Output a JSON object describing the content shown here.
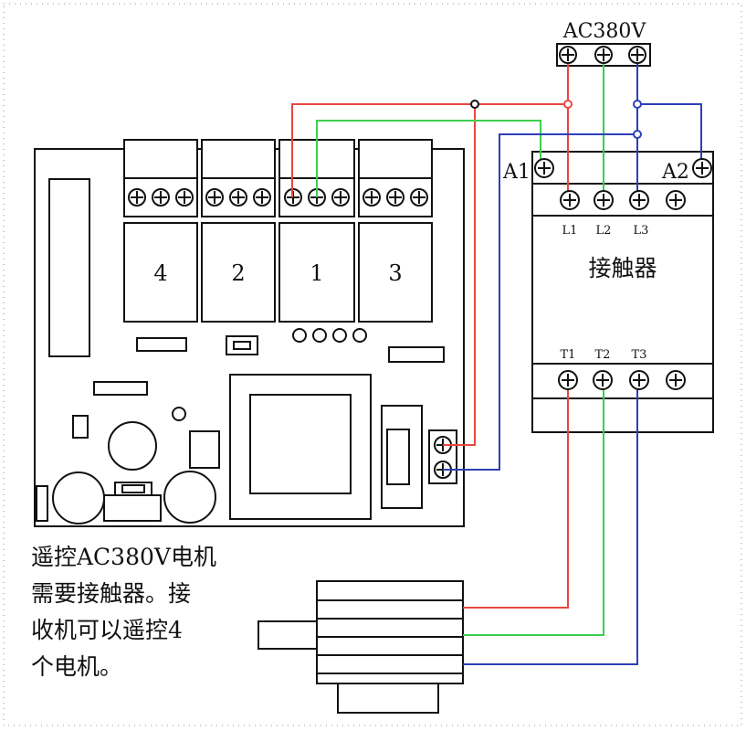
{
  "power": {
    "label": "AC380V"
  },
  "relays": [
    "4",
    "2",
    "1",
    "3"
  ],
  "contactor": {
    "name": "接触器",
    "coil_left": "A1",
    "coil_right": "A2",
    "inputs": [
      "L1",
      "L2",
      "L3"
    ],
    "outputs": [
      "T1",
      "T2",
      "T3"
    ]
  },
  "note": [
    "遥控AC380V电机",
    "需要接触器。接",
    "收机可以遥控4",
    "个电机。"
  ],
  "colors": {
    "red": "#e8463f",
    "green": "#3ccf4e",
    "blue": "#2c3fb8",
    "outline": "#111111"
  }
}
